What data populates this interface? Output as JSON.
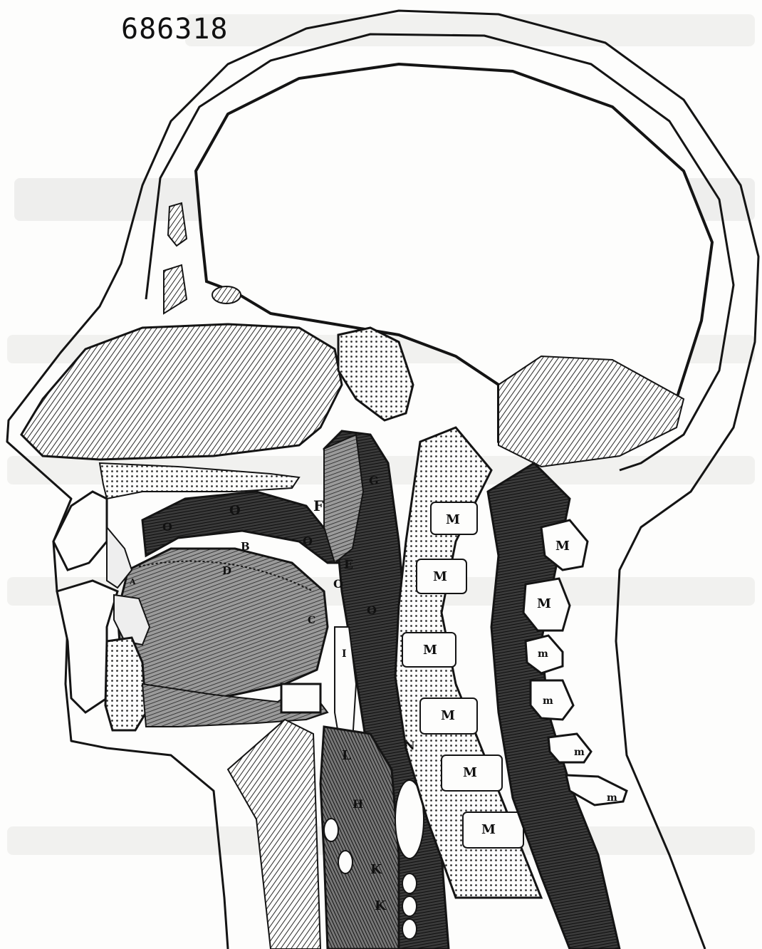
{
  "catalog_number": "686318",
  "labels": {
    "O1": "O",
    "O2": "O",
    "O3": "O",
    "O4": "O",
    "O5": "O",
    "F": "F",
    "G": "G",
    "B": "B",
    "D": "D",
    "A": "A",
    "C": "C",
    "E": "E",
    "I": "I",
    "N": "N",
    "L": "L",
    "H": "H",
    "K1": "K",
    "K2": "K",
    "M1": "M",
    "M2": "M",
    "M3": "M",
    "M4": "M",
    "M5": "M",
    "M6": "M",
    "Mr1": "M",
    "Mr2": "M",
    "m1": "m",
    "m2": "m",
    "m3": "m",
    "m4": "m"
  },
  "colors": {
    "ink": "#141414",
    "paper": "#fdfdfc",
    "shade": "#3a3a3a",
    "ghost": "#d8d8d6"
  }
}
